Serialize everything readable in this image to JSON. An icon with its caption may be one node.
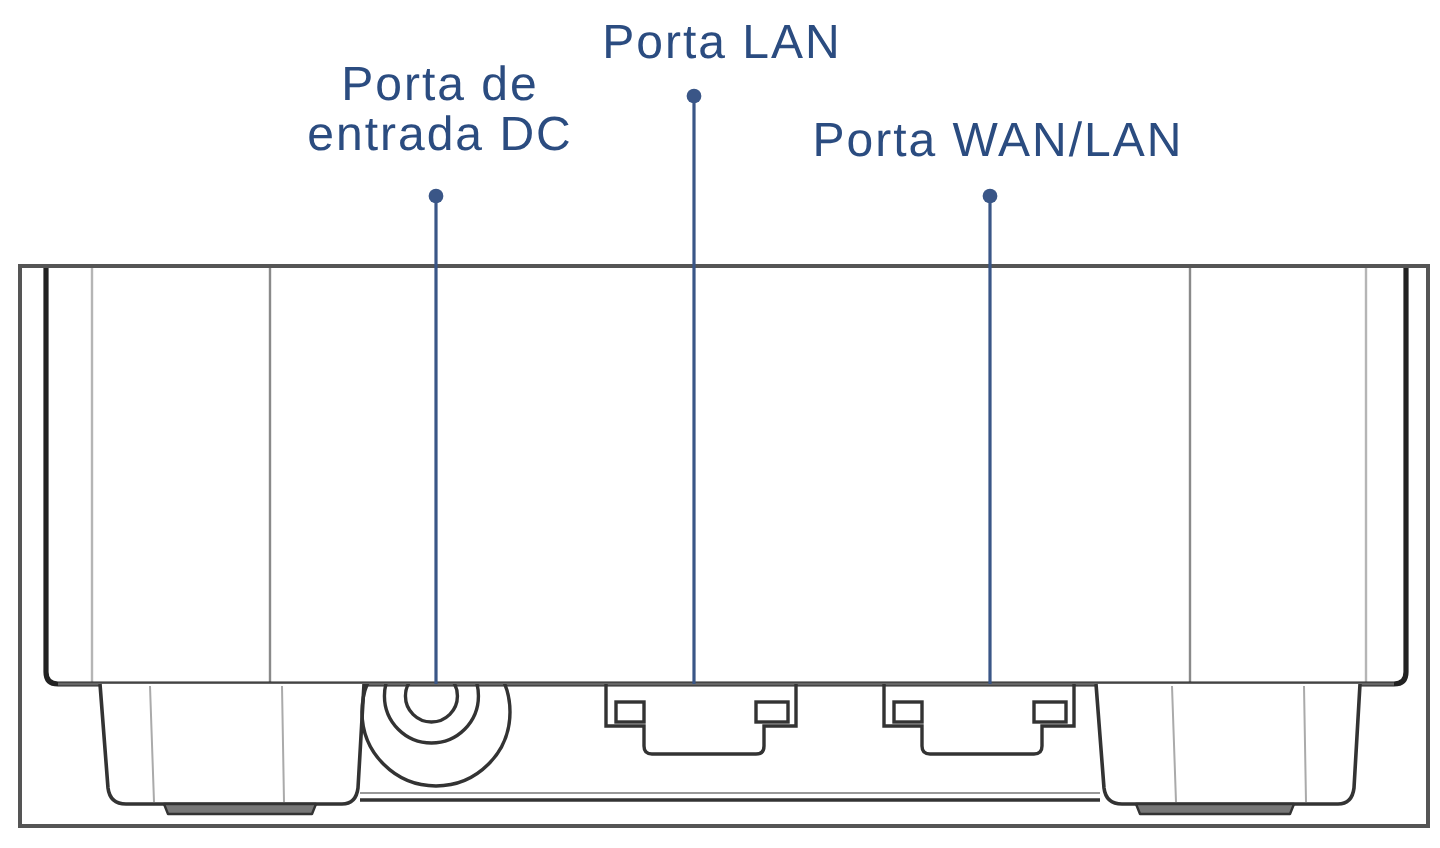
{
  "diagram": {
    "nodes": [
      {
        "text": [
          "Porta de entrada DC"
        ]
      },
      {
        "text": [
          "Porta LAN"
        ]
      },
      {
        "text": [
          "Porta WAN/LAN"
        ]
      },
      {
        "text": [],
        "shape": "circle"
      },
      {
        "text": [],
        "shape": "box"
      },
      {
        "text": [],
        "shape": "box"
      }
    ],
    "edges": [
      {
        "from": 0,
        "to": 3,
        "arrow": "other"
      },
      {
        "from": 1,
        "to": 4,
        "arrow": "other"
      },
      {
        "from": 2,
        "to": 5,
        "arrow": "other"
      }
    ]
  }
}
